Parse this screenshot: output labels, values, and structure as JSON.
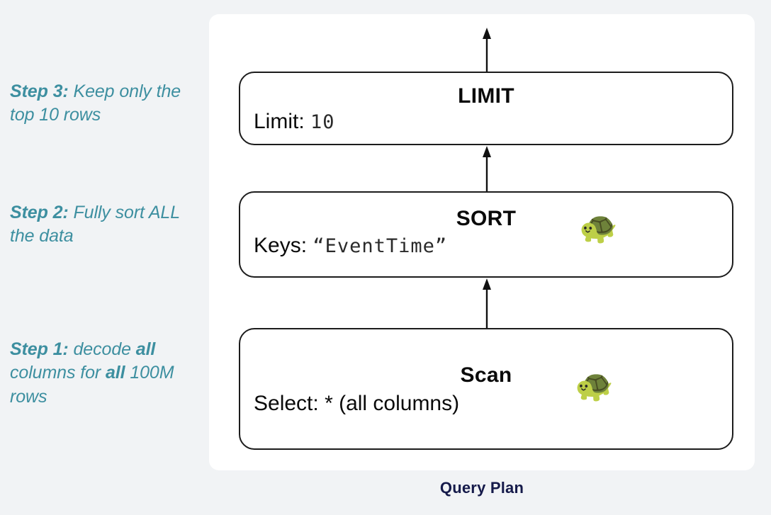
{
  "background_color": "#f1f3f5",
  "annotations": {
    "accent_color": "#3d8fa0",
    "steps": [
      {
        "id": "step-3",
        "lead": "Step 3:",
        "parts": [
          {
            "text": " Keep only the top 10 rows",
            "bold": false
          }
        ],
        "full_text": "Step 3: Keep only the top 10 rows"
      },
      {
        "id": "step-2",
        "lead": "Step 2:",
        "parts": [
          {
            "text": " Fully sort ALL the data",
            "bold": false
          }
        ],
        "full_text": "Step 2: Fully sort ALL the data"
      },
      {
        "id": "step-1",
        "lead": "Step 1:",
        "parts": [
          {
            "text": " decode ",
            "bold": false
          },
          {
            "text": "all",
            "bold": true
          },
          {
            "text": " columns for ",
            "bold": false
          },
          {
            "text": "all",
            "bold": true
          },
          {
            "text": " 100M rows",
            "bold": false
          }
        ],
        "full_text": "Step 1: decode all columns for all 100M rows"
      }
    ]
  },
  "plan": {
    "caption": "Query Plan",
    "caption_color": "#151a4a",
    "nodes": [
      {
        "id": "limit",
        "title": "LIMIT",
        "detail_label": "Limit:",
        "detail_value": "10",
        "slow_marker": false,
        "marker_icon": ""
      },
      {
        "id": "sort",
        "title": "SORT",
        "detail_label": "Keys:",
        "detail_value": "“EventTime”",
        "slow_marker": true,
        "marker_icon": "🐢"
      },
      {
        "id": "scan",
        "title": "Scan",
        "detail_label": "Select:",
        "detail_value": "* (all columns)",
        "slow_marker": true,
        "marker_icon": "🐢"
      }
    ],
    "arrows": [
      {
        "id": "scan-to-sort",
        "from": "scan",
        "to": "sort"
      },
      {
        "id": "sort-to-limit",
        "from": "sort",
        "to": "limit"
      },
      {
        "id": "limit-to-output",
        "from": "limit",
        "to": "output"
      }
    ]
  }
}
